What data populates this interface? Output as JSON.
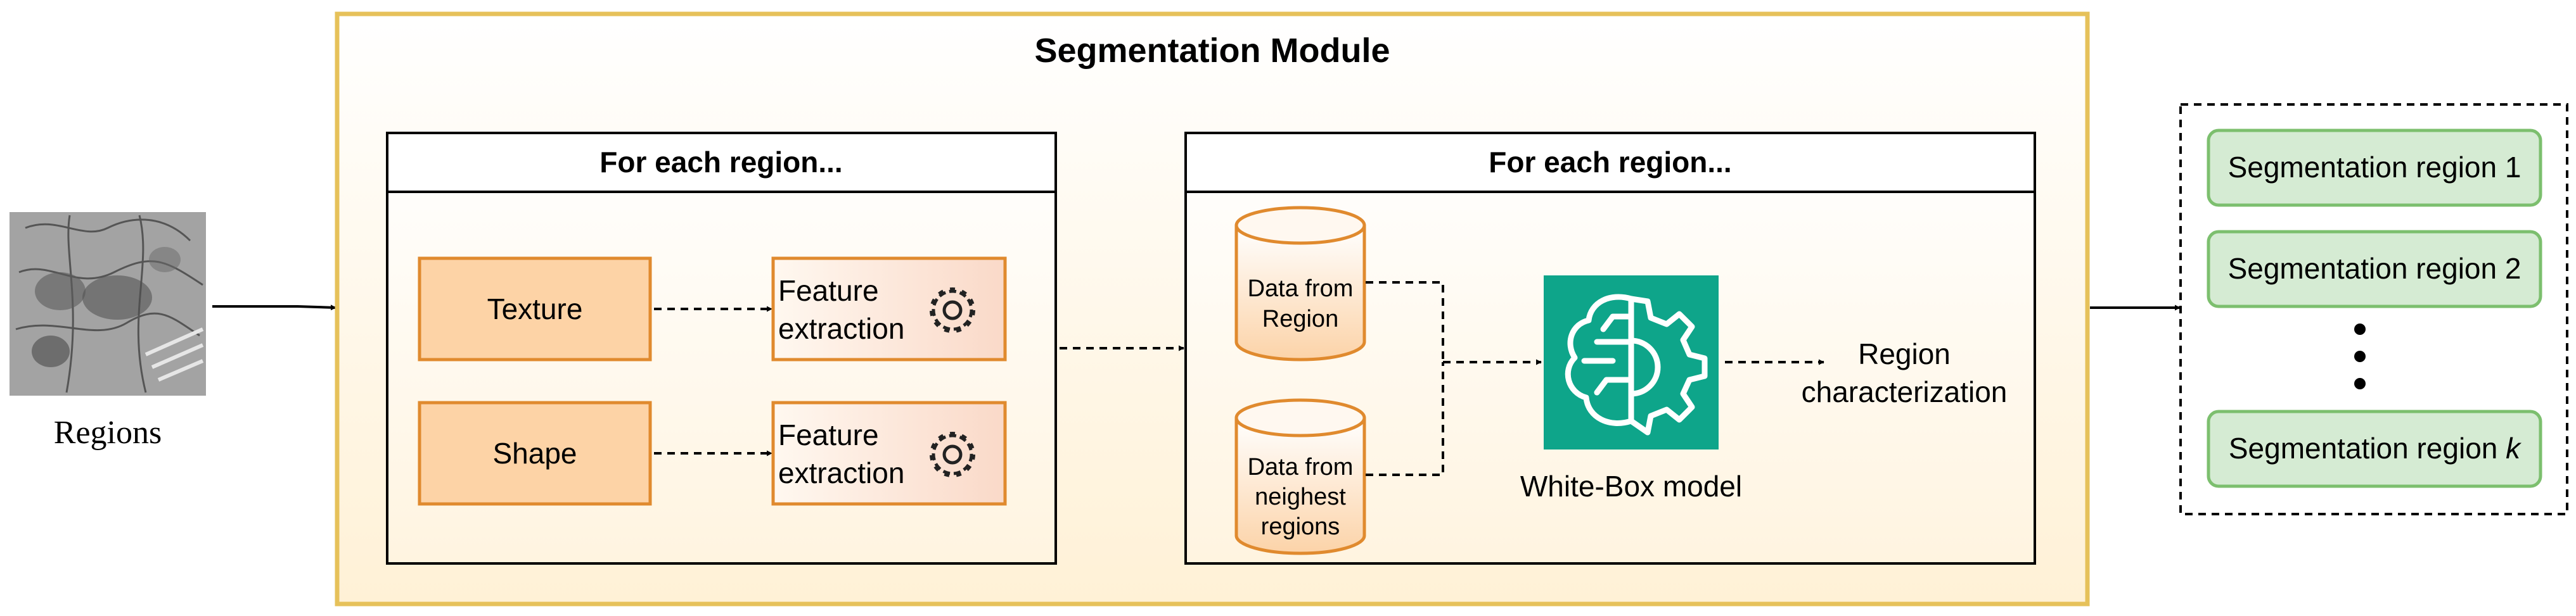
{
  "input": {
    "label": "Regions"
  },
  "module": {
    "title": "Segmentation Module"
  },
  "panel_left": {
    "header": "For each region...",
    "rows": [
      {
        "source": "Texture",
        "process_line1": "Feature",
        "process_line2": "extraction"
      },
      {
        "source": "Shape",
        "process_line1": "Feature",
        "process_line2": "extraction"
      }
    ]
  },
  "panel_right": {
    "header": "For each region...",
    "db_region": [
      "Data from",
      "Region"
    ],
    "db_neighbors": [
      "Data from",
      "neighest",
      "regions"
    ],
    "model_label": "White-Box model",
    "output_line1": "Region",
    "output_line2": "characterization"
  },
  "outputs": {
    "items": [
      "Segmentation region 1",
      "Segmentation region 2"
    ],
    "last_prefix": "Segmentation region ",
    "last_var": "k"
  },
  "colors": {
    "module_border": "#E6C15A",
    "module_fill": "#FFF6E4",
    "orange_fill": "#FDD3A6",
    "orange_border": "#E08A2E",
    "output_fill": "#D5EBD3",
    "output_border": "#7CBF6E",
    "model_fill": "#0EA58A"
  },
  "icons": {
    "model": "brain-gear-icon",
    "process": "gear-icon"
  }
}
